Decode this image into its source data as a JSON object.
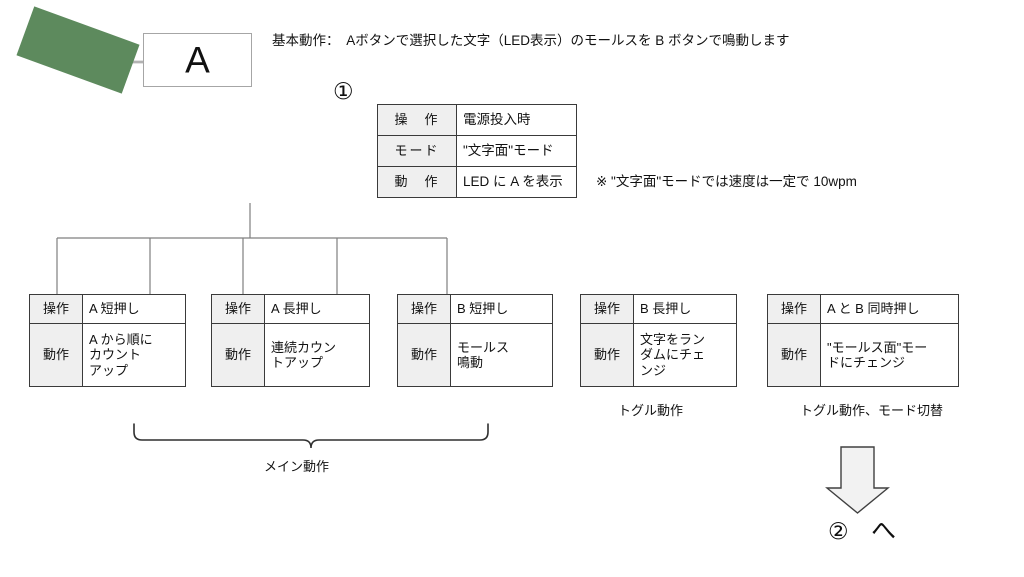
{
  "header": {
    "basic_operation": "基本動作：　Aボタンで選択した文字（LED表示）のモールスを B ボタンで鳴動します"
  },
  "tag_graphic": {
    "green_tag_color": "#5d8a5d",
    "letter": "A"
  },
  "step1": {
    "marker": "①",
    "table": {
      "rows": [
        {
          "label": "操　作",
          "value": "電源投入時"
        },
        {
          "label": "モード",
          "value": "\"文字面\"モード"
        },
        {
          "label": "動　作",
          "value": "LED に A を表示"
        }
      ]
    }
  },
  "note": {
    "text": "※ \"文字面\"モードでは速度は一定で 10wpm"
  },
  "branches": [
    {
      "op_label": "操作",
      "op_value": "A 短押し",
      "act_label": "動作",
      "act_value": "A から順に\nカウント\nアップ"
    },
    {
      "op_label": "操作",
      "op_value": "A 長押し",
      "act_label": "動作",
      "act_value": "連続カウン\nトアップ"
    },
    {
      "op_label": "操作",
      "op_value": "B 短押し",
      "act_label": "動作",
      "act_value": "モールス\n鳴動"
    },
    {
      "op_label": "操作",
      "op_value": "B 長押し",
      "act_label": "動作",
      "act_value": "文字をラン\nダムにチェ\nンジ"
    },
    {
      "op_label": "操作",
      "op_value": "A と B 同時押し",
      "act_label": "動作",
      "act_value": "\"モールス面\"モー\nドにチェンジ"
    }
  ],
  "captions": {
    "toggle": "トグル動作",
    "toggle_mode": "トグル動作、モード切替",
    "main_action": "メイン動作"
  },
  "step2": {
    "marker": "②",
    "to_label": "へ"
  },
  "colors": {
    "green": "#5d8a5d",
    "table_header_fill": "#efefef",
    "table_border": "#3a3a3a",
    "connector_line": "#7f7f7f",
    "arrow_fill": "#f2f2f2",
    "arrow_stroke": "#404040"
  }
}
